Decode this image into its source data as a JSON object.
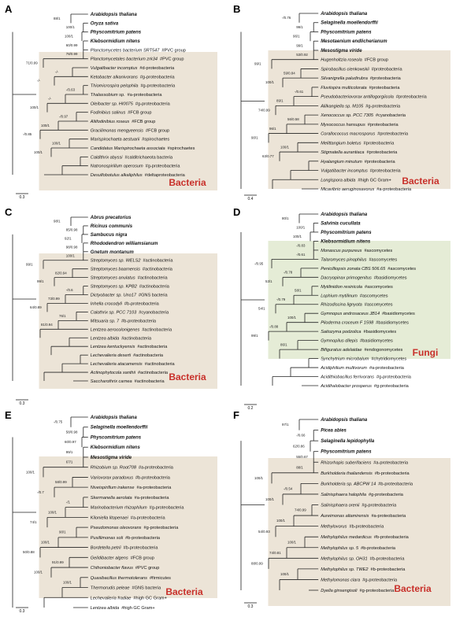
{
  "panels": [
    {
      "letter": "A",
      "group_label": "Bacteria",
      "scale": "0.3",
      "highlight": "bacteria",
      "leaves": [
        {
          "name": "Arabidopsis thaliana",
          "tag": "",
          "bold": true
        },
        {
          "name": "Oryza sativa",
          "tag": "",
          "bold": true
        },
        {
          "name": "Physcomitrium patens",
          "tag": "",
          "bold": true
        },
        {
          "name": "Klebsormidium nitens",
          "tag": "",
          "bold": true
        },
        {
          "name": "Planctomycetes bacterium SRT547",
          "tag": "#PVC group",
          "bold": false
        },
        {
          "name": "Planctomycetales bacterium zrk34",
          "tag": "#PVC group",
          "bold": false
        },
        {
          "name": "Vulgatibacter incomptus",
          "tag": "#d-proteobacteria",
          "bold": false
        },
        {
          "name": "Ketobacter alkanivorans",
          "tag": "#g-proteobacteria",
          "bold": false
        },
        {
          "name": "Thiomicrospira pelophila",
          "tag": "#g-proteobacteria",
          "bold": false
        },
        {
          "name": "Thalassobium sp.",
          "tag": "#a-proteobacteria",
          "bold": false
        },
        {
          "name": "Oleibacter sp. HI0075",
          "tag": "#g-proteobacteria",
          "bold": false
        },
        {
          "name": "Fodinibius salinus",
          "tag": "#FCB group",
          "bold": false
        },
        {
          "name": "Aliifodinibius roseus",
          "tag": "#FCB group",
          "bold": false
        },
        {
          "name": "Gracilimonas mengyeensis",
          "tag": "#FCB group",
          "bold": false
        },
        {
          "name": "Marispirochaeta aestuarii",
          "tag": "#spirochaetes",
          "bold": false
        },
        {
          "name": "Candidatus Marispirochaeta associata",
          "tag": "#spirochaetes",
          "bold": false
        },
        {
          "name": "Caldithrix abyssi",
          "tag": "#calditrichaeota bacteria",
          "bold": false
        },
        {
          "name": "Natronospirillum operosum",
          "tag": "#g-proteobacteria",
          "bold": false
        },
        {
          "name": "Desulfobotulus alkaliphilus",
          "tag": "#deltaproteobacteria",
          "bold": false
        }
      ],
      "supports": [
        "88/1",
        "100/1",
        "100/1",
        "60/0.99",
        "78/0.99",
        "71/0.99",
        "-/-",
        "-/-",
        "-/0.63",
        "-/-",
        "100/1",
        "-/0.97",
        "100/1",
        "-/0.85",
        "100/1",
        "100/1"
      ]
    },
    {
      "letter": "B",
      "group_label": "Bacteria",
      "scale": "0.4",
      "highlight": "bacteria",
      "leaves": [
        {
          "name": "Arabidopsis thaliana",
          "tag": "",
          "bold": true
        },
        {
          "name": "Selaginella moellendorffii",
          "tag": "",
          "bold": true
        },
        {
          "name": "Physcomitrium patens",
          "tag": "",
          "bold": true
        },
        {
          "name": "Mesotaenium endlicherianum",
          "tag": "",
          "bold": true
        },
        {
          "name": "Mesostigma viride",
          "tag": "",
          "bold": true
        },
        {
          "name": "Hugenholtzia roseola",
          "tag": "#FCB group",
          "bold": false
        },
        {
          "name": "Spirobacillus cienkowskii",
          "tag": "#proteobacteria",
          "bold": false
        },
        {
          "name": "Silvanigrella paludirubra",
          "tag": "#proteobacteria",
          "bold": false
        },
        {
          "name": "Fluviispira multicolorata",
          "tag": "#proteobacteria",
          "bold": false
        },
        {
          "name": "Pseudobacteriovorax antillogorgiicola",
          "tag": "#proteobacteria",
          "bold": false
        },
        {
          "name": "Alilkangiella sp. M105",
          "tag": "#g-proteobacteria",
          "bold": false
        },
        {
          "name": "Xenococcus sp. PCC 7305",
          "tag": "#cyanobacteria",
          "bold": false
        },
        {
          "name": "Myxococcus hansupus",
          "tag": "#proteobacteria",
          "bold": false
        },
        {
          "name": "Corallococcus macrosporus",
          "tag": "#proteobacteria",
          "bold": false
        },
        {
          "name": "Melittangium boletus",
          "tag": "#proteobacteria",
          "bold": false
        },
        {
          "name": "Stigmatella aurantiaca",
          "tag": "#proteobacteria",
          "bold": false
        },
        {
          "name": "Hyalangium minutum",
          "tag": "#proteobacteria",
          "bold": false
        },
        {
          "name": "Vulgatibacter incomptus",
          "tag": "#proteobacteria",
          "bold": false
        },
        {
          "name": "Longispora albida",
          "tag": "#high GC Gram+",
          "bold": false
        },
        {
          "name": "Micavibrio aeruginosavorus",
          "tag": "#a-proteobacteria",
          "bold": false
        }
      ],
      "supports": [
        "-/0.76",
        "99/1",
        "96/1",
        "99/1",
        "53/0.92",
        "99/1",
        "59/0.84",
        "100/1",
        "-/0.61",
        "89/1",
        "74/0.99",
        "56/0.58",
        "96/1",
        "90/1",
        "100/1",
        "63/0.77"
      ]
    },
    {
      "letter": "C",
      "group_label": "Bacteria",
      "scale": "0.3",
      "highlight": "bacteria",
      "leaves": [
        {
          "name": "Abrus precatorius",
          "tag": "",
          "bold": true
        },
        {
          "name": "Ricinus communis",
          "tag": "",
          "bold": true
        },
        {
          "name": "Sambucus nigra",
          "tag": "",
          "bold": true
        },
        {
          "name": "Rhododendron williamsianum",
          "tag": "",
          "bold": true
        },
        {
          "name": "Gnetum montanum",
          "tag": "",
          "bold": true
        },
        {
          "name": "Streptomyces sp. WELS2",
          "tag": "#actinobacteria",
          "bold": false
        },
        {
          "name": "Streptomyces baarnensis",
          "tag": "#actinobacteria",
          "bold": false
        },
        {
          "name": "Streptomyces anulatus",
          "tag": "#actinobacteria",
          "bold": false
        },
        {
          "name": "Streptomyces sp. KPB2",
          "tag": "#actinobacteria",
          "bold": false
        },
        {
          "name": "Dictyobacter sp. Uno17",
          "tag": "#GNS bacteria",
          "bold": false
        },
        {
          "name": "Inhella crocodyli",
          "tag": "#b-proteobacteria",
          "bold": false
        },
        {
          "name": "Calothrix sp. PCC 7103",
          "tag": "#cyanobacteria",
          "bold": false
        },
        {
          "name": "Mitsuaria sp. 7",
          "tag": "#b-proteobacteria",
          "bold": false
        },
        {
          "name": "Lentzea aerocolonigenes",
          "tag": "#actinobacteria",
          "bold": false
        },
        {
          "name": "Lentzea albida",
          "tag": "#actinobacteria",
          "bold": false
        },
        {
          "name": "Lentzea kentuckyensis",
          "tag": "#actinobacteria",
          "bold": false
        },
        {
          "name": "Lechevalieria deserti",
          "tag": "#actinobacteria",
          "bold": false
        },
        {
          "name": "Lechevalieria atacamensis",
          "tag": "#actinobacteria",
          "bold": false
        },
        {
          "name": "Actinophytocola xanthii",
          "tag": "#actinobacteria",
          "bold": false
        },
        {
          "name": "Saccharothrix carnea",
          "tag": "#actinobacteria",
          "bold": false
        }
      ],
      "supports": [
        "98/1",
        "85/0.98",
        "92/1",
        "98/0.98",
        "100/1",
        "99/1",
        "82/0.94",
        "99/1",
        "-/0.6",
        "73/0.99",
        "64/0.89",
        "76/1",
        "81/0.94"
      ]
    },
    {
      "letter": "D",
      "group_label": "Fungi",
      "scale": "0.2",
      "highlight": "fungi",
      "leaves": [
        {
          "name": "Arabidopsis thaliana",
          "tag": "",
          "bold": true
        },
        {
          "name": "Salvinia cucullata",
          "tag": "",
          "bold": true
        },
        {
          "name": "Physcomitrium patens",
          "tag": "",
          "bold": true
        },
        {
          "name": "Klebsormidium nitens",
          "tag": "",
          "bold": true
        },
        {
          "name": "Monascus purpureus",
          "tag": "#ascomycetes",
          "bold": false
        },
        {
          "name": "Talaromyces pinophilus",
          "tag": "#ascomycetes",
          "bold": false
        },
        {
          "name": "Penicilliopsis zonata CBS 506.65",
          "tag": "#ascomycetes",
          "bold": false
        },
        {
          "name": "Dacryopinax primogenitus",
          "tag": "#basidiomycetes",
          "bold": false
        },
        {
          "name": "Mytilinidion resinicola",
          "tag": "#ascomycetes",
          "bold": false
        },
        {
          "name": "Lophium mytilinum",
          "tag": "#ascomycetes",
          "bold": false
        },
        {
          "name": "Rhizodiscina lignyota",
          "tag": "#ascomycetes",
          "bold": false
        },
        {
          "name": "Gymnopus androsaceus JB14",
          "tag": "#basidiomycetes",
          "bold": false
        },
        {
          "name": "Piloderma croceum F 1598",
          "tag": "#basidiomycetes",
          "bold": false
        },
        {
          "name": "Saitozyma podzolica",
          "tag": "#basidiomycetes",
          "bold": false
        },
        {
          "name": "Gymnopilus dilepis",
          "tag": "#basidiomycetes",
          "bold": false
        },
        {
          "name": "Bifiguratus adelaidae",
          "tag": "#endogonomycetes",
          "bold": false
        },
        {
          "name": "Synchytrium microbalum",
          "tag": "#chytridiomycetes",
          "bold": false
        },
        {
          "name": "Acidiphilium multivorum",
          "tag": "#a-proteobacteria",
          "bold": false
        },
        {
          "name": "Acidithiobacillus ferrivorans",
          "tag": "#g-proteobacteria",
          "bold": false
        },
        {
          "name": "Acidihalobacter prosperus",
          "tag": "#g-proteobacteria",
          "bold": false
        }
      ],
      "supports": [
        "80/1",
        "100/1",
        "100/1",
        "-/0.83",
        "-/0.61",
        "-/0.95",
        "-/0.78",
        "53/1",
        "58/1",
        "-/0.79",
        "54/1",
        "100/1",
        "-/0.88",
        "99/1",
        "86/1"
      ]
    },
    {
      "letter": "E",
      "group_label": "Bacteria",
      "scale": "0.3",
      "highlight": "bacteria",
      "leaves": [
        {
          "name": "Arabidopsis thaliana",
          "tag": "",
          "bold": true
        },
        {
          "name": "Selaginella moellendorffii",
          "tag": "",
          "bold": true
        },
        {
          "name": "Physcomitrium patens",
          "tag": "",
          "bold": true
        },
        {
          "name": "Klebsormidium nitens",
          "tag": "",
          "bold": true
        },
        {
          "name": "Mesostigma viride",
          "tag": "",
          "bold": true
        },
        {
          "name": "Rhizobium sp. Root708",
          "tag": "#a-proteobacteria",
          "bold": false
        },
        {
          "name": "Variovorax paradoxus",
          "tag": "#b-proteobacteria",
          "bold": false
        },
        {
          "name": "Niveispirillum irakense",
          "tag": "#a-proteobacteria",
          "bold": false
        },
        {
          "name": "Skermanella aerolata",
          "tag": "#a-proteobacteria",
          "bold": false
        },
        {
          "name": "Marinobacterium rhizophilum",
          "tag": "#g-proteobacteria",
          "bold": false
        },
        {
          "name": "Kiloniella litopenaei",
          "tag": "#a-proteobacteria",
          "bold": false
        },
        {
          "name": "Pseudomonas oleovorans",
          "tag": "#g-proteobacteria",
          "bold": false
        },
        {
          "name": "Pusillimonas soli",
          "tag": "#b-proteobacteria",
          "bold": false
        },
        {
          "name": "Bordetella petrii",
          "tag": "#b-proteobacteria",
          "bold": false
        },
        {
          "name": "Gelidibacter algens",
          "tag": "#FCB group",
          "bold": false
        },
        {
          "name": "Chthoniobacter flavus",
          "tag": "#PVC group",
          "bold": false
        },
        {
          "name": "Quasibacillus thermotolerans",
          "tag": "#firmicutes",
          "bold": false
        },
        {
          "name": "Thermorudis peleae",
          "tag": "#GNS bacteria",
          "bold": false
        },
        {
          "name": "Lechevalieria fradiae",
          "tag": "#high GC Gram+",
          "bold": false
        },
        {
          "name": "Lentzea albida",
          "tag": "#high GC Gram+",
          "bold": false
        }
      ],
      "supports": [
        "-/0.75",
        "58/0.98",
        "60/0.97",
        "99/1",
        "67/1",
        "100/1",
        "58/0.99",
        "-/0.7",
        "-/1",
        "100/1",
        "74/1",
        "90/1",
        "100/1",
        "50/0.88",
        "91/0.99",
        "100/1",
        "100/1"
      ]
    },
    {
      "letter": "F",
      "group_label": "Bacteria",
      "scale": "0.3",
      "highlight": "bacteria",
      "leaves": [
        {
          "name": "Arabidopsis thaliana",
          "tag": "",
          "bold": true
        },
        {
          "name": "Picea abies",
          "tag": "",
          "bold": true
        },
        {
          "name": "Selaginella lepidophylla",
          "tag": "",
          "bold": true
        },
        {
          "name": "Physcomitrium patens",
          "tag": "",
          "bold": true
        },
        {
          "name": "Rhizorhapis suberifaciens",
          "tag": "#a-proteobacteria",
          "bold": false
        },
        {
          "name": "Burkholderia thailandensis",
          "tag": "#b-proteobacteria",
          "bold": false
        },
        {
          "name": "Burkholderia sp. ABCPW 14",
          "tag": "#b-proteobacteria",
          "bold": false
        },
        {
          "name": "Salinisphaera halophila",
          "tag": "#g-proteobacteria",
          "bold": false
        },
        {
          "name": "Salinisphaera orenii",
          "tag": "#g-proteobacteria",
          "bold": false
        },
        {
          "name": "Aureimonas altamirensis",
          "tag": "#a-proteobacteria",
          "bold": false
        },
        {
          "name": "Methylovorus",
          "tag": "#b-proteobacteria",
          "bold": false
        },
        {
          "name": "Methylophilus medardicus",
          "tag": "#b-proteobacteria",
          "bold": false
        },
        {
          "name": "Methylophilus sp. 5",
          "tag": "#b-proteobacteria",
          "bold": false
        },
        {
          "name": "Methylophilus sp. OH31",
          "tag": "#b-proteobacteria",
          "bold": false
        },
        {
          "name": "Methylophilus sp. TWE2",
          "tag": "#b-proteobacteria",
          "bold": false
        },
        {
          "name": "Methylomonas clara",
          "tag": "#g-proteobacteria",
          "bold": false
        },
        {
          "name": "Dyella ginsengisoli",
          "tag": "#g-proteobacteria",
          "bold": false
        }
      ],
      "supports": [
        "97/1",
        "-/0.66",
        "62/0.86",
        "55/0.67",
        "88/1",
        "100/1",
        "-/0.54",
        "100/1",
        "74/0.99",
        "100/1",
        "54/0.93",
        "100/1",
        "74/0.81",
        "88/0.99",
        "100/1"
      ]
    }
  ]
}
